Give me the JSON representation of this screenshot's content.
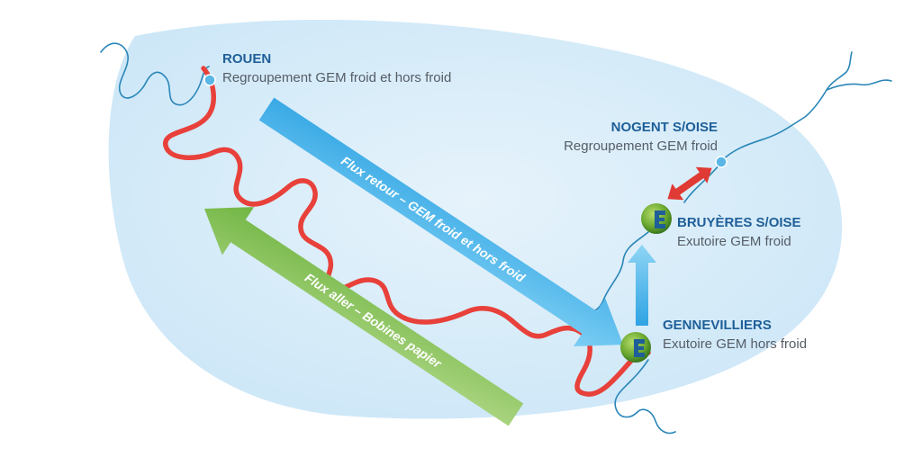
{
  "colors": {
    "zone_fill": "#d7ecf9",
    "river": "#2a86b8",
    "seine_route": "#e8403a",
    "arrow_retour": "#4ab2e6",
    "arrow_aller": "#8cc153",
    "arrow_link": "#55bdea",
    "site_marker": "#59b6e6",
    "title_text": "#1f5f99",
    "sub_text": "#555d66"
  },
  "sites": [
    {
      "id": "rouen",
      "name": "ROUEN",
      "role": "Regroupement GEM froid et hors froid",
      "icon": "dot-marker-icon"
    },
    {
      "id": "nogent",
      "name": "NOGENT S/OISE",
      "role": "Regroupement GEM froid",
      "icon": "dot-marker-icon"
    },
    {
      "id": "bruyeres",
      "name": "BRUYÈRES S/OISE",
      "role": "Exutoire GEM froid",
      "icon": "globe-logo-icon"
    },
    {
      "id": "gennevilliers",
      "name": "GENNEVILLIERS",
      "role": "Exutoire GEM hors froid",
      "icon": "globe-logo-icon"
    }
  ],
  "flows": {
    "retour": "Flux retour –  GEM froid et hors froid",
    "aller": "Flux aller – Bobines papier"
  }
}
